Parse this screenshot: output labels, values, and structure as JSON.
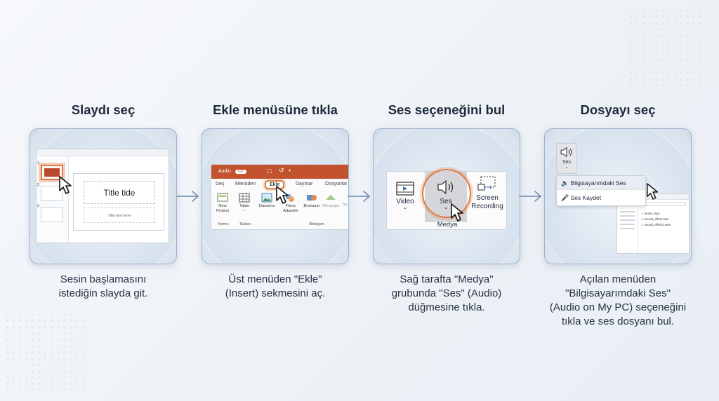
{
  "steps": [
    {
      "title": "Slaydı seç",
      "desc": [
        "Sesin başlamasını",
        "istediğin slayda git."
      ],
      "slide_title": "Title tide",
      "slide_sub": "Title text here",
      "thumb_numbers": [
        "1",
        "2",
        "3"
      ]
    },
    {
      "title": "Ekle menüsüne tıkla",
      "desc": [
        "Üst menüden \"Ekle\"",
        "(Insert) sekmesini aç."
      ],
      "ribbon_top": "Audio",
      "toggle": "Co",
      "tabs": [
        "Deş",
        "Menüden",
        "Ekle",
        "Dayrılar",
        "Dosyonlar"
      ],
      "buttons": [
        "New Project",
        "Table",
        "Dassons",
        "Fleos Adaptön",
        "Brovazar",
        "Showapa",
        "Sa"
      ],
      "groups": [
        "Nome",
        "Tables",
        "Brlatgon"
      ]
    },
    {
      "title": "Ses seçeneğini bul",
      "desc": [
        "Sağ tarafta \"Medya\"",
        "grubunda \"Ses\" (Audio)",
        "düğmesine tıkla."
      ],
      "buttons": [
        "Video",
        "Ses",
        "Screen",
        "Recording"
      ],
      "group": "Medya"
    },
    {
      "title": "Dosyayı seç",
      "desc": [
        "Açılan menüden",
        "\"Bilgisayarımdaki Ses\"",
        "(Audio on My PC) seçeneğini",
        "tıkla ve ses dosyanı bul."
      ],
      "button": "Ses",
      "menu": [
        "Bilgisayarımdaki Ses",
        "Ses Kaydet"
      ],
      "files": [
        "music.mp3",
        "sound_effect.wav",
        "sound_effect3.wav"
      ]
    }
  ],
  "colors": {
    "accent": "#e27a3f",
    "ribbon": "#c3532e",
    "arrow": "#7f95b2",
    "panel_border": "#9db3cf"
  }
}
